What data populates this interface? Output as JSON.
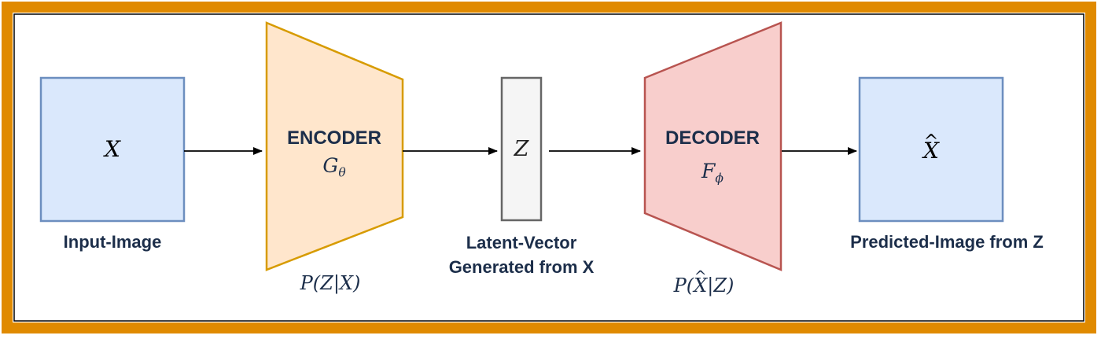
{
  "colors": {
    "frame_orange": "#e08a00",
    "input_fill": "#dae8fc",
    "input_stroke": "#6c8ebf",
    "encoder_fill": "#ffe6cc",
    "encoder_stroke": "#d79b00",
    "latent_fill": "#f5f5f5",
    "latent_stroke": "#666666",
    "decoder_fill": "#f8cecc",
    "decoder_stroke": "#b85450",
    "text": "#1c2e4a"
  },
  "input_box": {
    "symbol": "X",
    "caption": "Input-Image"
  },
  "encoder": {
    "title": "ENCODER",
    "symbol": "G",
    "subscript": "θ",
    "distribution": "P(Z|X)"
  },
  "latent": {
    "symbol": "Z",
    "caption_line1": "Latent-Vector",
    "caption_line2": "Generated from X"
  },
  "decoder": {
    "title": "DECODER",
    "symbol": "F",
    "subscript": "ϕ",
    "distribution_prefix": "P(",
    "distribution_hat": "X",
    "distribution_suffix": "|Z)"
  },
  "output_box": {
    "symbol": "X",
    "caption": "Predicted-Image from Z"
  }
}
